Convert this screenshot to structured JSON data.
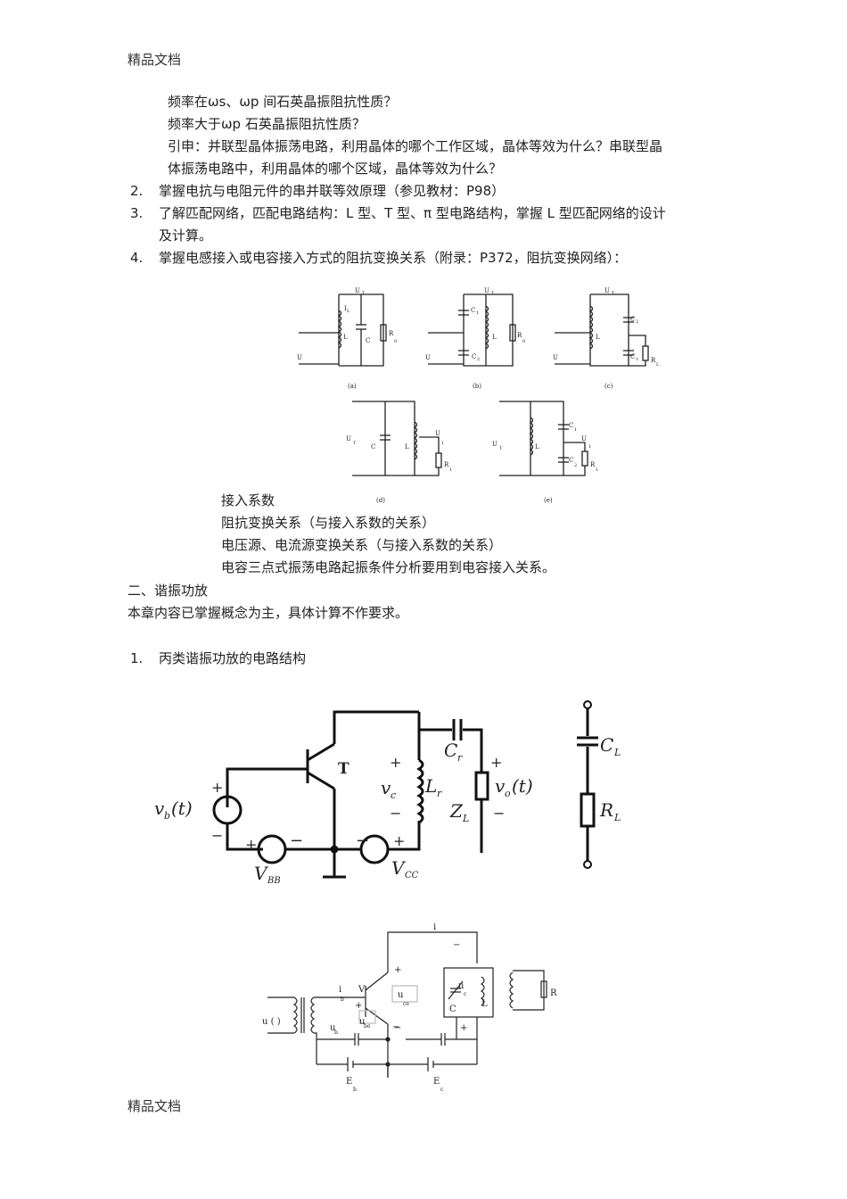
{
  "header": {
    "text": "精品文档"
  },
  "footer": {
    "text": "精品文档"
  },
  "lines": {
    "q1": "频率在ωs、ωp 间石英晶振阻抗性质？",
    "q2": "频率大于ωp 石英晶振阻抗性质？",
    "q3": "引申：并联型晶体振荡电路，利用晶体的哪个工作区域，晶体等效为什么？串联型晶",
    "q4": "体振荡电路中，利用晶体的哪个区域，晶体等效为什么？",
    "i2_num": "2.",
    "i2": "掌握电抗与电阻元件的串并联等效原理（参见教材：P98）",
    "i3_num": "3.",
    "i3a": "了解匹配网络，匹配电路结构：L 型、T 型、π 型电路结构，掌握 L 型匹配网络的设计",
    "i3b": "及计算。",
    "i4_num": "4.",
    "i4": "掌握电感接入或电容接入方式的阻抗变换关系（附录：P372，阻抗变换网络）：",
    "s1": "接入系数",
    "s2": "阻抗变换关系（与接入系数的关系）",
    "s3": "电压源、电流源变换关系（与接入系数的关系）",
    "s4": "电容三点式振荡电路起振条件分析要用到电容接入关系。",
    "sec2": "二、谐振功放",
    "sec2_desc": "本章内容已掌握概念为主，具体计算不作要求。",
    "i1_num": "1.",
    "i1": "丙类谐振功放的电路结构"
  },
  "fig_labels": {
    "a": "(a)",
    "b": "(b)",
    "c": "(c)",
    "d": "(d)",
    "e": "(e)",
    "U": "U",
    "UT": "U",
    "T": "T",
    "I": "I",
    "L": "L",
    "C": "C",
    "C1": "C",
    "C2": "C",
    "R": "R",
    "sub1": "1",
    "sub2": "2",
    "subL": "L",
    "sub0": "0",
    "subT": "T"
  },
  "circuit1": {
    "T": "T",
    "vb": "v",
    "vb_sub": "b",
    "vb_t": "(t)",
    "VBB": "V",
    "VBB_sub": "BB",
    "VCC": "V",
    "VCC_sub": "CC",
    "Cr": "C",
    "Cr_sub": "r",
    "Lr": "L",
    "Lr_sub": "r",
    "vc": "v",
    "vc_sub": "c",
    "vo": "v",
    "vo_sub": "o",
    "vo_t": "(t)",
    "ZL": "Z",
    "ZL_sub": "L",
    "CL": "C",
    "CL_sub": "L",
    "RL": "R",
    "RL_sub": "L",
    "plus": "+",
    "minus": "−"
  },
  "circuit2": {
    "i": "i",
    "ib": "i",
    "V": "V",
    "u": "u",
    "uce": "ce",
    "ube": "be",
    "ub": "b",
    "uc": "c",
    "u_in": "u ( )",
    "C": "C",
    "L": "L",
    "R": "R",
    "Eb": "E",
    "Eb_sub": "b",
    "Ec": "E",
    "Ec_sub": "c",
    "plus": "+",
    "minus": "−"
  }
}
